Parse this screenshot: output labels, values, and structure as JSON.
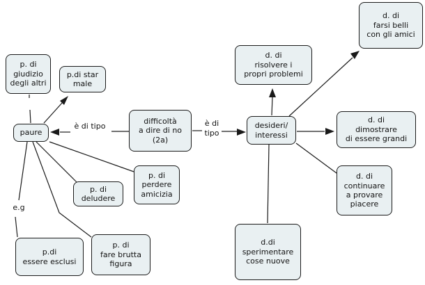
{
  "diagram": {
    "background_color": "#ffffff",
    "node_fill_color": "#e9f0f2",
    "node_border_color": "#1a1a1a",
    "edge_color": "#1a1a1a",
    "nodes": {
      "giudizio": {
        "label": "p. di\ngiudizio\ndegli altri"
      },
      "star_male": {
        "label": "p.di star\nmale"
      },
      "paure": {
        "label": "paure"
      },
      "difficolta": {
        "label": "difficoltà\na dire di no\n(2a)"
      },
      "desideri": {
        "label": "desideri/\ninteressi"
      },
      "risolvere": {
        "label": "d. di\nrisolvere i\npropri problemi"
      },
      "farsi_belli": {
        "label": "d. di\nfarsi belli\ncon gli amici"
      },
      "dimostrare": {
        "label": "d. di\ndimostrare\ndi essere grandi"
      },
      "continuare": {
        "label": "d. di\ncontinuare\na provare\npiacere"
      },
      "sperimentare": {
        "label": "d.di\nsperimentare\ncose nuove"
      },
      "deludere": {
        "label": "p. di\ndeludere"
      },
      "perdere": {
        "label": "p. di\nperdere\namicizia"
      },
      "esclusi": {
        "label": "p.di\nessere esclusi"
      },
      "brutta": {
        "label": "p. di\nfare brutta\nfigura"
      }
    },
    "link_labels": {
      "e_di_tipo_left": "è di tipo",
      "e_di_tipo_right": "è di\ntipo",
      "eg": "e.g"
    }
  }
}
